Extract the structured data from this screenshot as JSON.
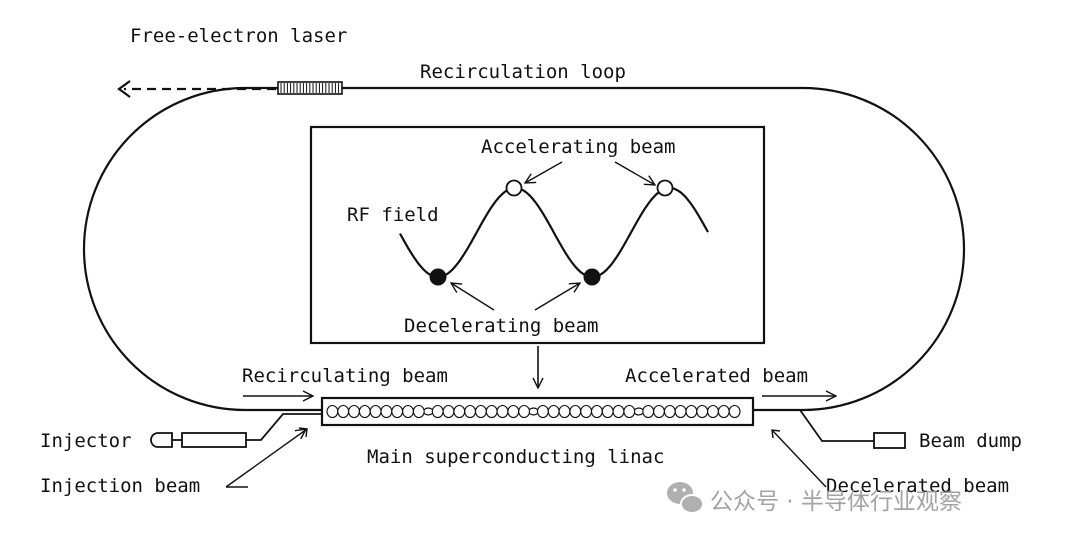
{
  "labels": {
    "free_electron_laser": "Free-electron laser",
    "recirculation_loop": "Recirculation loop",
    "accelerating_beam": "Accelerating beam",
    "rf_field": "RF field",
    "decelerating_beam": "Decelerating beam",
    "recirculating_beam": "Recirculating beam",
    "accelerated_beam": "Accelerated beam",
    "injector": "Injector",
    "injection_beam": "Injection beam",
    "main_linac": "Main superconducting linac",
    "beam_dump": "Beam dump",
    "decelerated_beam": "Decelerated beam"
  },
  "watermark": {
    "text": "公众号 · 半导体行业观察",
    "icon": "wechat-icon"
  },
  "colors": {
    "line": "#111111",
    "background": "#ffffff",
    "watermark": "#9a9a9a"
  }
}
